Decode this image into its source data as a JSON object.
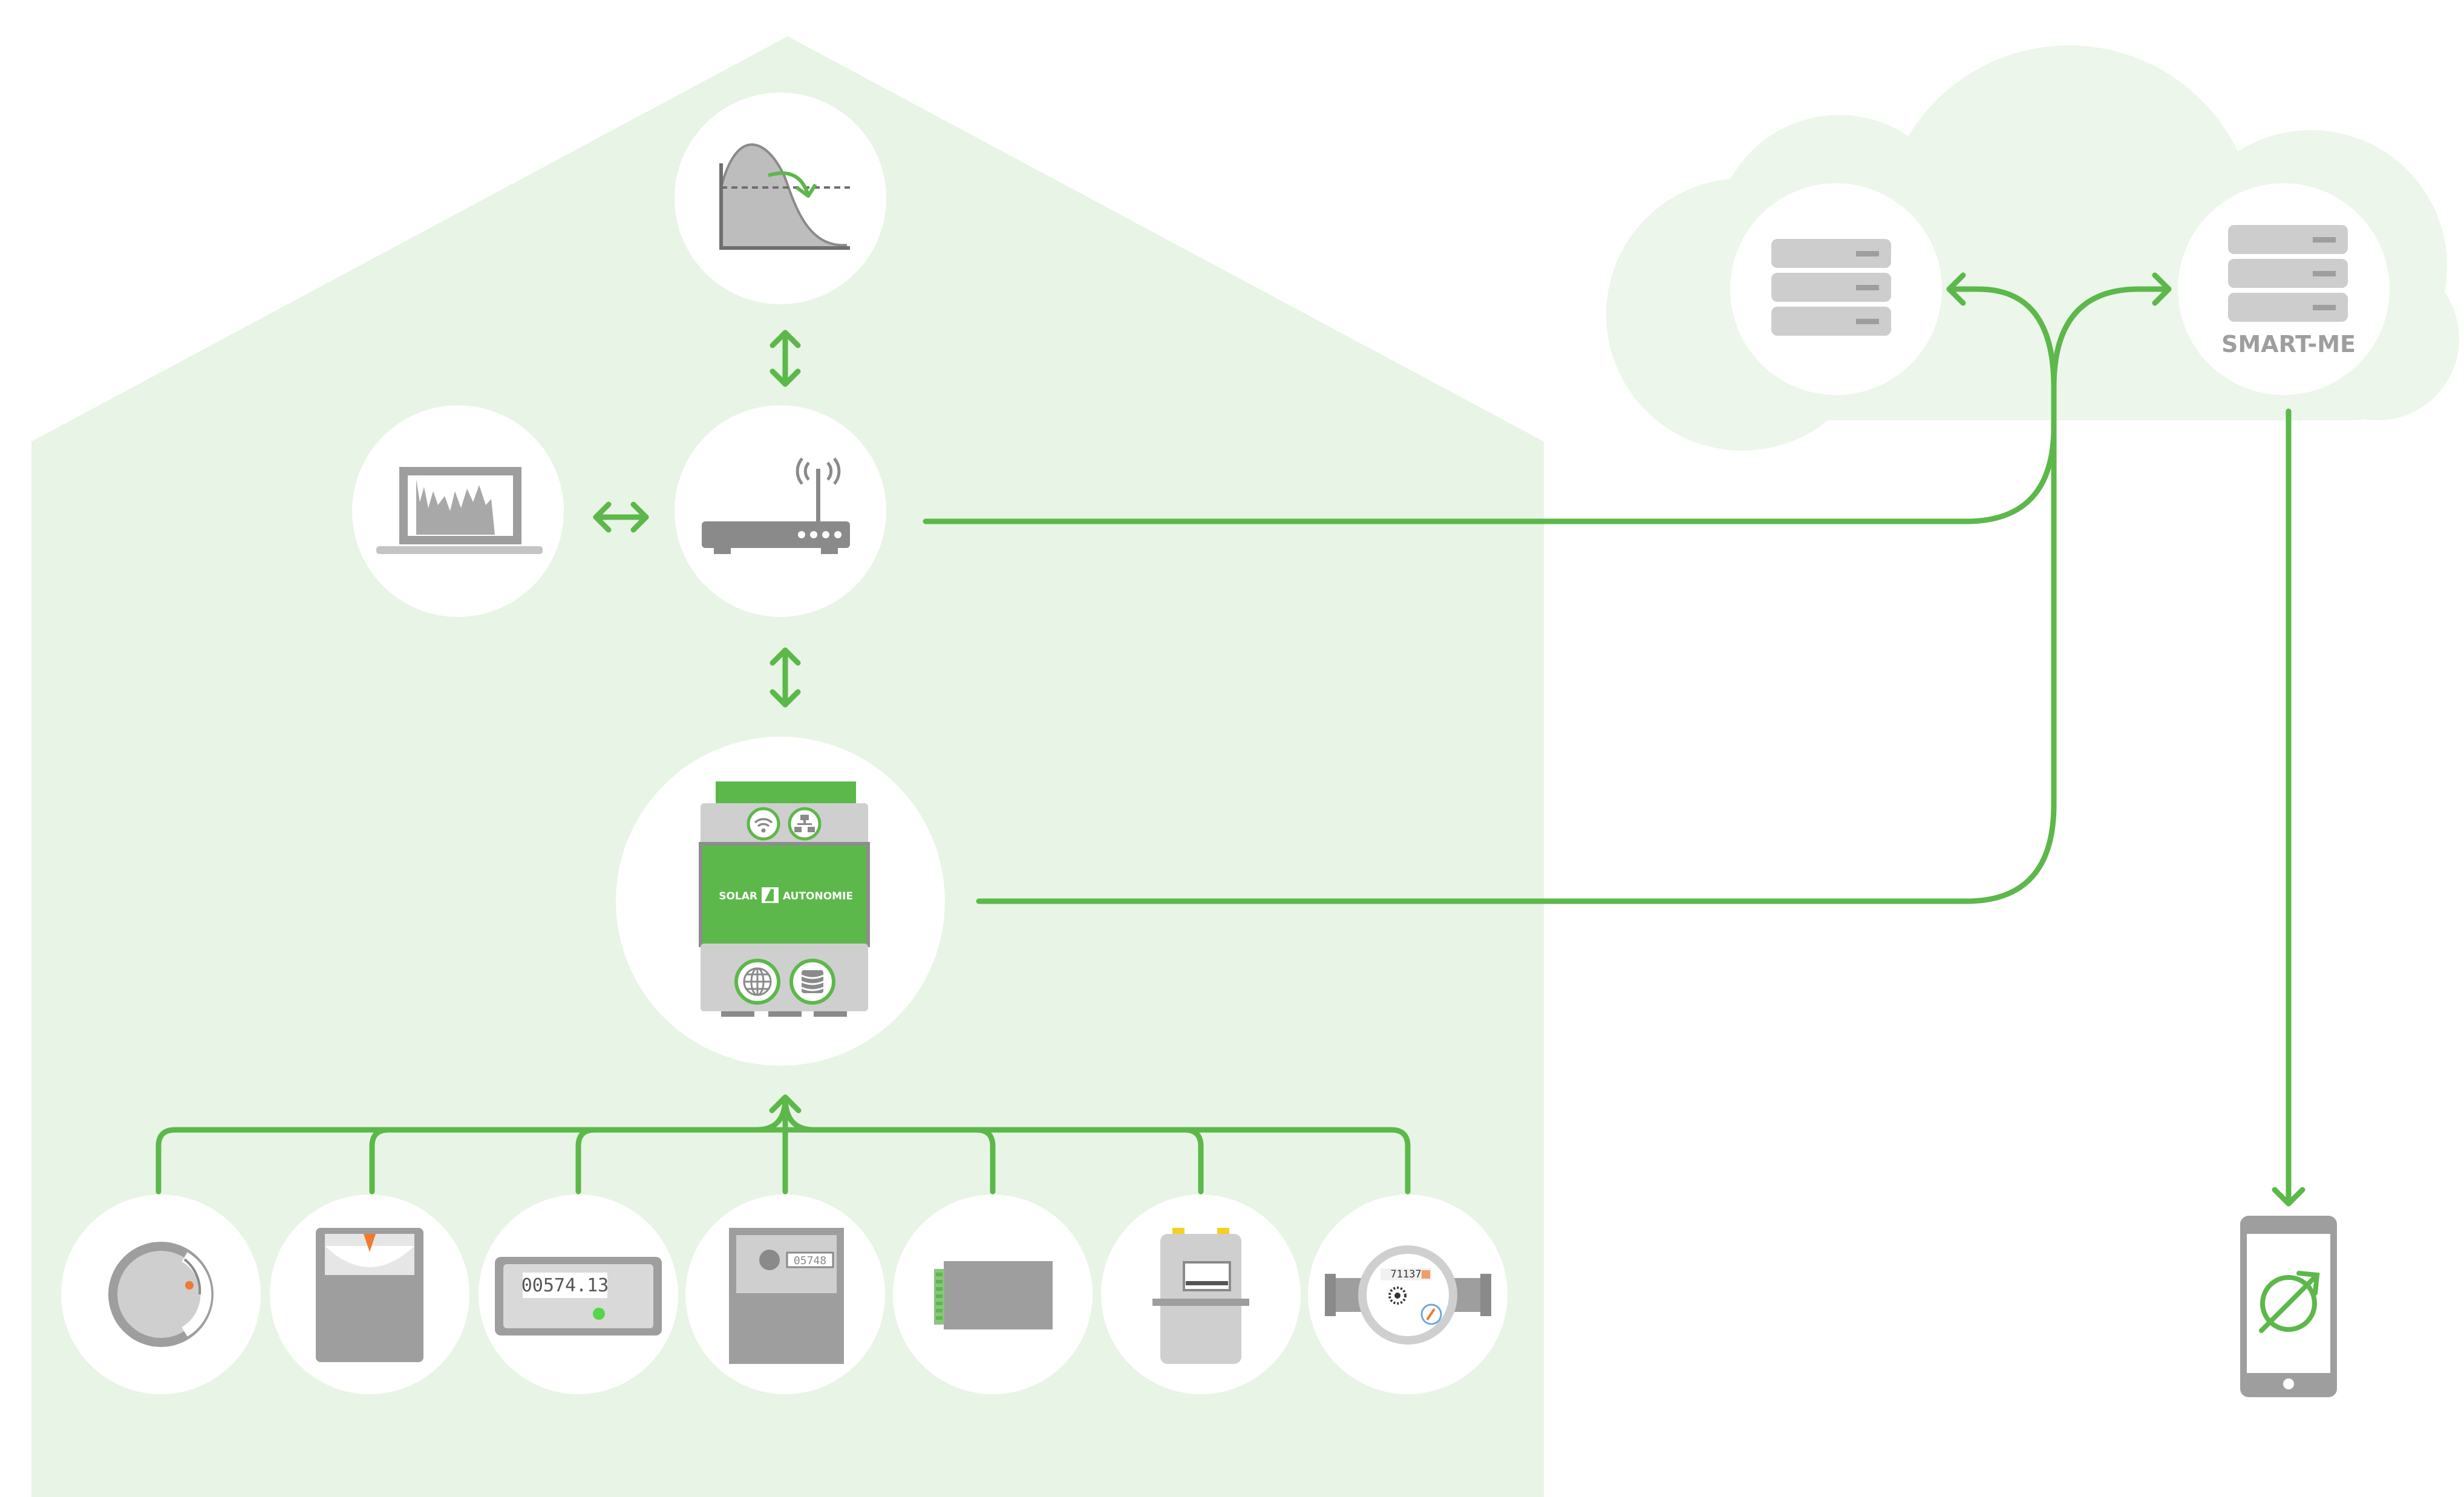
{
  "colors": {
    "accent_green": "#5cb84a",
    "house_fill": "#e8f4e5",
    "cloud_fill": "#ecf6ea",
    "circle_fill": "#ffffff",
    "device_gray": "#9e9e9e",
    "device_light_gray": "#cfcfcf",
    "meter_orange": "#f07a30",
    "connector_yellow": "#f5d020"
  },
  "gateway": {
    "brand_left": "SOLAR",
    "brand_right": "AUTONOMIE"
  },
  "cloud": {
    "server_right_label": "SMART-ME"
  },
  "meters": {
    "electronic_meter_reading": "00574.13",
    "ferraris_meter_reading": "05748",
    "water_meter_reading": "71137"
  },
  "icons": {
    "forecast": "forecast-chart-icon",
    "router": "router-icon",
    "laptop": "laptop-icon",
    "gateway": "energy-gateway-icon",
    "server": "server-icon",
    "phone": "smartphone-icon",
    "phone_logo": "smart-me-logo-icon"
  }
}
